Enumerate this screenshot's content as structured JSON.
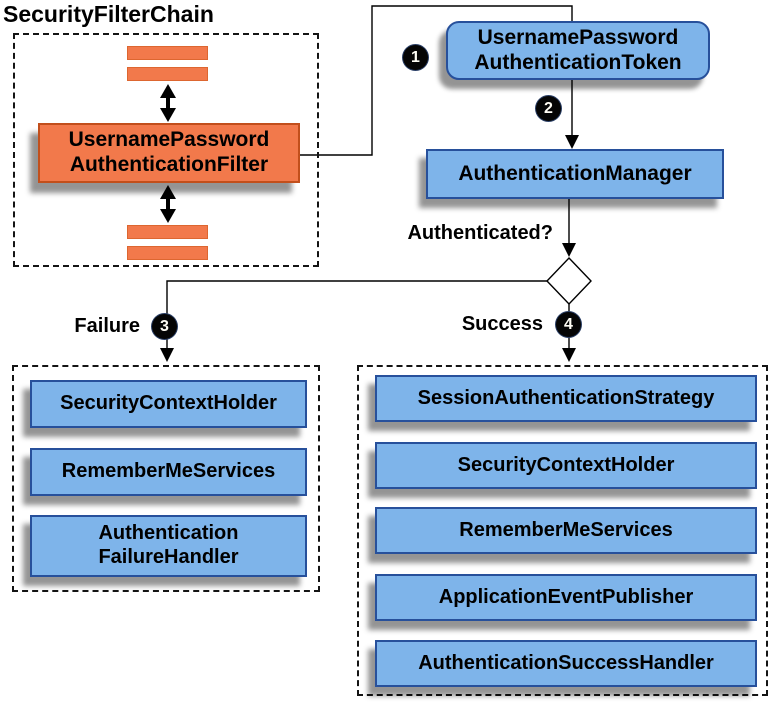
{
  "diagram": {
    "title": "SecurityFilterChain",
    "filter_chain": {
      "filter_box_label": "UsernamePassword\nAuthenticationFilter"
    },
    "token_box_label": "UsernamePassword\nAuthenticationToken",
    "manager_box_label": "AuthenticationManager",
    "question_label": "Authenticated?",
    "failure_label": "Failure",
    "success_label": "Success",
    "badges": [
      "1",
      "2",
      "3",
      "4"
    ],
    "failure_panel": {
      "boxes": [
        "SecurityContextHolder",
        "RememberMeServices",
        "Authentication\nFailureHandler"
      ]
    },
    "success_panel": {
      "boxes": [
        "SessionAuthenticationStrategy",
        "SecurityContextHolder",
        "RememberMeServices",
        "ApplicationEventPublisher",
        "AuthenticationSuccessHandler"
      ]
    },
    "colors": {
      "box_blue": "#7EB4EA",
      "box_blue_border": "#27509B",
      "orange": "#F2794B",
      "orange_border": "#C24F1C",
      "shadow_gray": "#9E9E9E",
      "line_black": "#000000",
      "badge_black": "#050505"
    }
  }
}
